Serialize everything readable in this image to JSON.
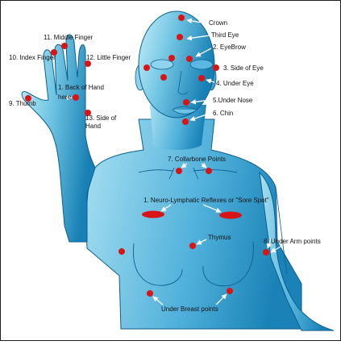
{
  "colors": {
    "border": "#1f1f1f",
    "body_light": "#c6edf8",
    "body_mid": "#73c7e4",
    "body_dark": "#1880b5",
    "outline": "#0d5f8f",
    "point": "#d81416",
    "arrow": "#ffffff"
  },
  "labels": {
    "crown": "Crown",
    "third_eye": "Third Eye",
    "eyebrow": "2. EyeBrow",
    "side_of_eye": "3. Side of Eye",
    "under_eye": "4. Under Eye",
    "under_nose": "5.Under Nose",
    "chin": "6. Chin",
    "middle_finger": "11. Middle Finger",
    "index_finger": "10. Index Finger",
    "little_finger": "12. Little Finger",
    "thumb": "9. Thumb",
    "back_of_hand_1": "1. Back of Hand",
    "back_of_hand_2": "here",
    "side_of_hand_1": "13. Side of",
    "side_of_hand_2": "Hand",
    "collarbone": "7. Collarbone Points",
    "sore_spot": "1. Neuro-Lymphatic Reflexes or \"Sore Spot\"",
    "thymus": "Thymus",
    "under_arm": "8. Under Arm points",
    "under_breast": "Under Breast points"
  },
  "icons": {
    "point": "red-dot-icon",
    "arrow": "white-arrow-icon"
  }
}
